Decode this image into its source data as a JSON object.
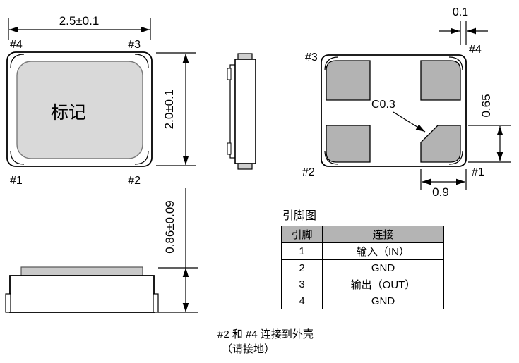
{
  "top_view": {
    "width_dim": "2.5±0.1",
    "height_dim": "2.0±0.1",
    "marking": "标记",
    "pins": {
      "top_left": "#4",
      "top_right": "#3",
      "bottom_left": "#1",
      "bottom_right": "#2"
    }
  },
  "bottom_view": {
    "gap_dim": "0.1",
    "pad_height_dim": "0.65",
    "pad_width_dim": "0.9",
    "chamfer_label": "C0.3",
    "pins": {
      "top_left": "#3",
      "top_right": "#4",
      "bottom_left": "#2",
      "bottom_right": "#1"
    }
  },
  "side_view": {
    "height_dim": "0.86±0.09"
  },
  "pin_table": {
    "title": "引脚图",
    "headers": [
      "引脚",
      "连接"
    ],
    "rows": [
      [
        "1",
        "输入（IN）"
      ],
      [
        "2",
        "GND"
      ],
      [
        "3",
        "输出（OUT）"
      ],
      [
        "4",
        "GND"
      ]
    ]
  },
  "notes": {
    "line1": "#2 和 #4 连接到外壳",
    "line2": "（请接地）"
  },
  "colors": {
    "line": "#000000",
    "lid_fill": "#d9d9d9",
    "pad_fill": "#b3b3b3",
    "table_header_bg": "#b4b4b4"
  }
}
